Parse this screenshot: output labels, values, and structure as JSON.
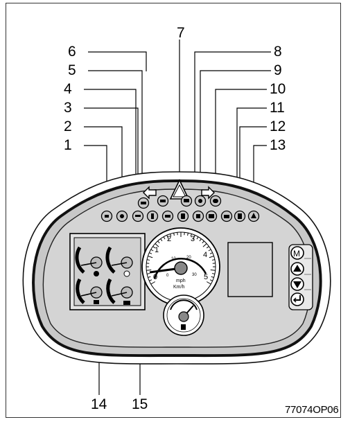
{
  "callouts": {
    "n1": "1",
    "n2": "2",
    "n3": "3",
    "n4": "4",
    "n5": "5",
    "n6": "6",
    "n7": "7",
    "n8": "8",
    "n9": "9",
    "n10": "10",
    "n11": "11",
    "n12": "12",
    "n13": "13",
    "n14": "14",
    "n15": "15"
  },
  "figure_code": "77074OP06",
  "speedometer": {
    "outer_ticks": [
      "0",
      "1",
      "2",
      "3",
      "4",
      "5"
    ],
    "inner_ticks": [
      "0",
      "10",
      "20",
      "30"
    ],
    "unit_mph": "mph",
    "unit_kmh": "Km/h"
  },
  "buttons": {
    "menu": "M"
  },
  "icons": {
    "gauge_cluster": [
      "temperature-gauge-icon",
      "fuel-gauge-icon",
      "hydraulic-temp-gauge-icon",
      "battery-gauge-icon"
    ],
    "fuel_gauge": "fuel-pump-icon"
  },
  "colors": {
    "panel_gray": "#c8c8c8",
    "bezel_dark": "#333333",
    "needle": "#111111"
  }
}
